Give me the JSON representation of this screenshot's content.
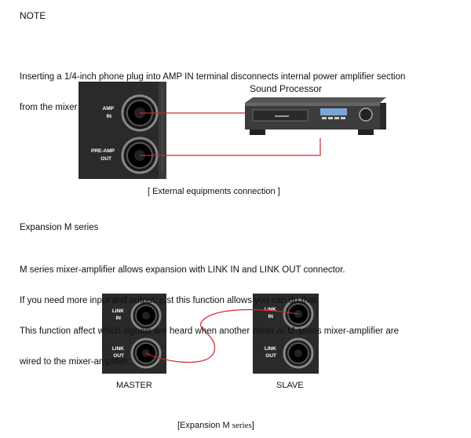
{
  "note_heading": "NOTE",
  "note_text": [
    "Inserting a 1/4-inch phone plug into AMP IN terminal disconnects internal power amplifier section",
    "from the mixer section."
  ],
  "diagram1": {
    "device_label": "Sound Processor",
    "jack_amp_in": [
      "AMP",
      "IN"
    ],
    "jack_preamp_out": [
      "PRE-AMP",
      "OUT"
    ],
    "caption": "[ External equipments connection ]"
  },
  "expansion_heading": "Expansion M series",
  "expansion_text": [
    "M series mixer-amplifier allows expansion with LINK IN and LINK OUT connector.",
    "If you need more input and output, just this function allows you can do that.",
    "This function affect which signals are heard when another mixer or M series mixer-amplifier are",
    "wired to the mixer-amplifier."
  ],
  "diagram2": {
    "master_label": "MASTER",
    "slave_label": "SLAVE",
    "jack_link_in": [
      "LINK",
      "IN"
    ],
    "jack_link_out": [
      "LINK",
      "OUT"
    ],
    "caption_prefix": "[Expansion M ",
    "caption_series": "series",
    "caption_suffix": "]"
  },
  "colors": {
    "cable": "#d0242a",
    "panel": "#2a2a2a",
    "ink": "#111111"
  }
}
